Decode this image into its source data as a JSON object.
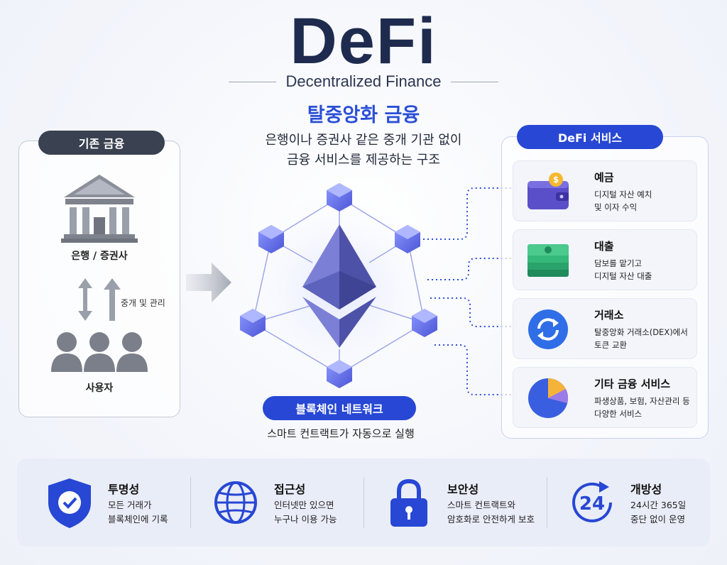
{
  "header": {
    "title": "DeFi",
    "subtitle": "Decentralized Finance",
    "headline": "탈중앙화 금융",
    "desc_line1": "은행이나 증권사 같은 중개 기관 없이",
    "desc_line2": "금융 서비스를 제공하는 구조"
  },
  "traditional": {
    "pill": "기존 금융",
    "bank_label": "은행 / 증권사",
    "mediation_label": "중개 및 관리",
    "user_label": "사용자"
  },
  "network": {
    "pill": "블록체인 네트워크",
    "desc": "스마트 컨트랙트가 자동으로 실행"
  },
  "services": {
    "pill": "DeFi 서비스",
    "items": [
      {
        "title": "예금",
        "line1": "디지털 자산 예치",
        "line2": "및 이자 수익",
        "icon": "wallet-icon"
      },
      {
        "title": "대출",
        "line1": "담보를 맡기고",
        "line2": "디지털 자산 대출",
        "icon": "cash-stack-icon"
      },
      {
        "title": "거래소",
        "line1": "탈중앙화 거래소(DEX)에서",
        "line2": "토큰 교환",
        "icon": "exchange-icon"
      },
      {
        "title": "기타 금융 서비스",
        "line1": "파생상품, 보험, 자산관리 등",
        "line2": "다양한 서비스",
        "icon": "pie-chart-icon"
      }
    ]
  },
  "features": [
    {
      "title": "투명성",
      "line1": "모든 거래가",
      "line2": "블록체인에 기록",
      "icon": "shield-check-icon"
    },
    {
      "title": "접근성",
      "line1": "인터넷만 있으면",
      "line2": "누구나 이용 가능",
      "icon": "globe-icon"
    },
    {
      "title": "보안성",
      "line1": "스마트 컨트랙트와",
      "line2": "암호화로 안전하게 보호",
      "icon": "lock-icon"
    },
    {
      "title": "개방성",
      "line1": "24시간 365일",
      "line2": "중단 없이 운영",
      "icon": "clock-24-icon",
      "icon_text": "24"
    }
  ],
  "colors": {
    "brand_blue": "#2747d4",
    "dark_navy": "#1e2b4f",
    "eth_purple": "#5b5fbf"
  }
}
